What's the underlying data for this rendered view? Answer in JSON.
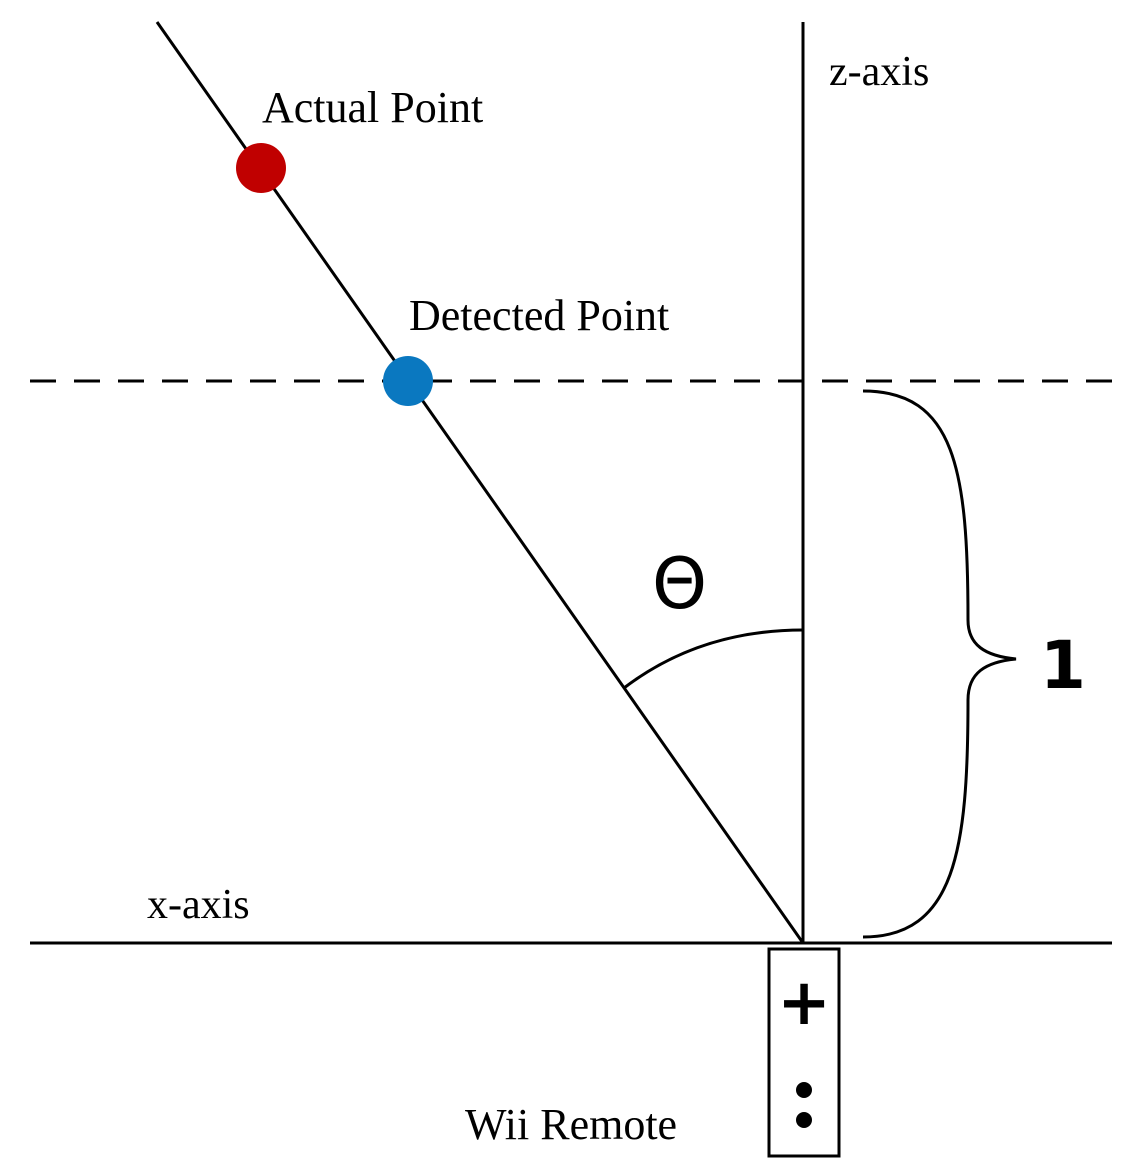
{
  "labels": {
    "actual_point": "Actual Point",
    "detected_point": "Detected Point",
    "z_axis": "z-axis",
    "x_axis": "x-axis",
    "theta": "Θ",
    "unit_distance": "1",
    "device": "Wii Remote",
    "plus_symbol": "+"
  },
  "colors": {
    "actual_point": "#c00000",
    "detected_point": "#0a78c0",
    "line": "#000000"
  }
}
